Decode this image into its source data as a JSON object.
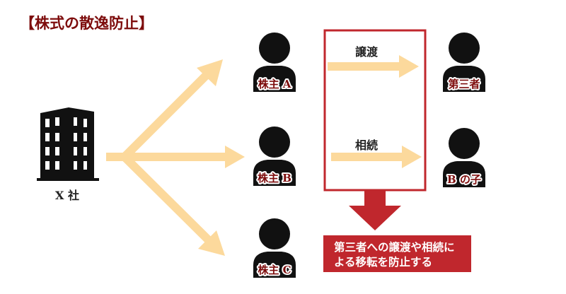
{
  "title": "【株式の散逸防止】",
  "company": {
    "label": "X 社",
    "icon": "building-icon"
  },
  "shareholders": [
    {
      "label": "株主 A"
    },
    {
      "label": "株主 B"
    },
    {
      "label": "株主 C"
    }
  ],
  "recipients": [
    {
      "label": "第三者",
      "via": "譲渡"
    },
    {
      "label": "B の子",
      "via": "相続"
    }
  ],
  "note": {
    "line1": "第三者への譲渡や相続に",
    "line2": "よる移転を防止する"
  },
  "colors": {
    "accent": "#c0272d",
    "arrow": "#fcd99c",
    "label": "#7d0c0c"
  }
}
